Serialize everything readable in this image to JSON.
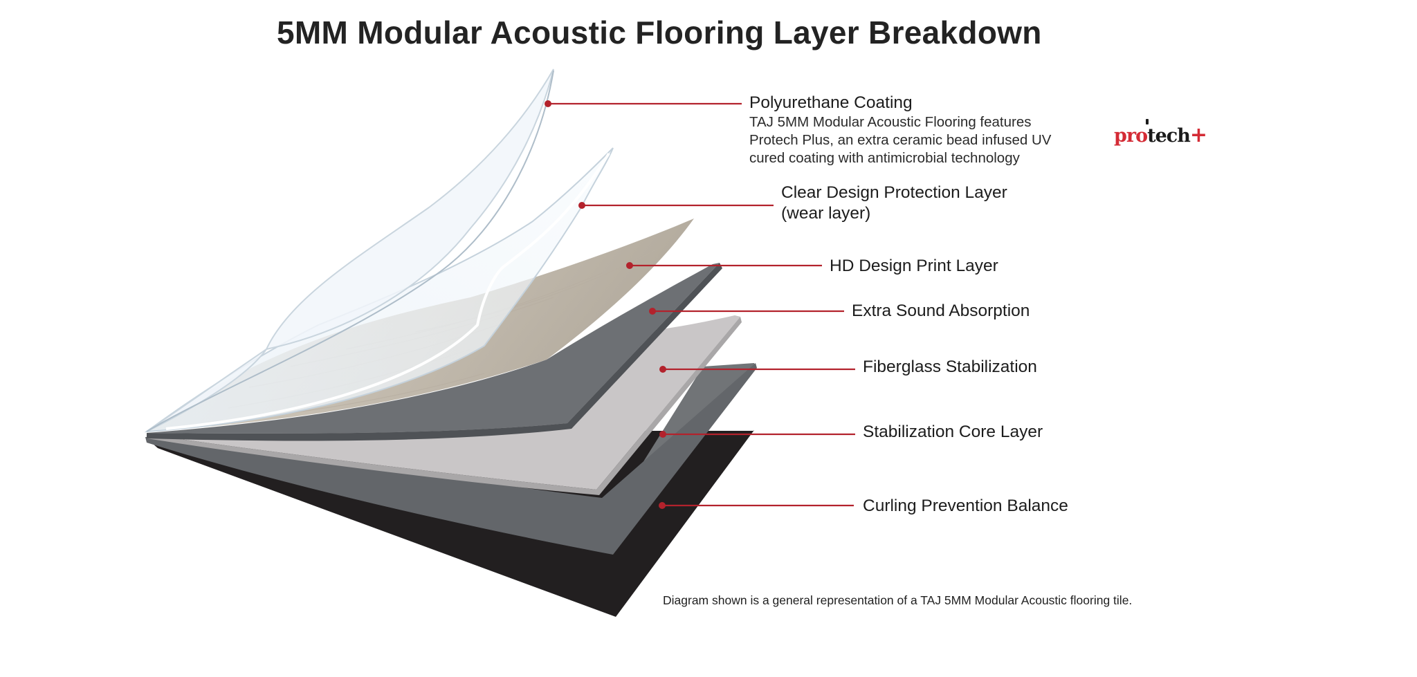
{
  "title": "5MM Modular Acoustic Flooring Layer Breakdown",
  "accent_color": "#b3222c",
  "layers": [
    {
      "id": "polyurethane",
      "label": "Polyurethane Coating",
      "description": [
        "TAJ 5MM Modular Acoustic Flooring features",
        "Protech Plus, an extra ceramic bead infused UV",
        "cured coating with antimicrobial technology"
      ],
      "color": "#eef5fa"
    },
    {
      "id": "wear",
      "label_lines": [
        "Clear Design Protection Layer",
        "(wear layer)"
      ],
      "color": "#f2f7fb"
    },
    {
      "id": "print",
      "label": "HD Design Print Layer",
      "color": "#c9c2b6"
    },
    {
      "id": "sound",
      "label": "Extra Sound Absorption",
      "color": "#6d7074"
    },
    {
      "id": "fiberglass",
      "label": "Fiberglass Stabilization",
      "color": "#cac7c8"
    },
    {
      "id": "core",
      "label": "Stabilization Core Layer",
      "color": "#707376"
    },
    {
      "id": "curling",
      "label": "Curling Prevention Balance",
      "color": "#221f20"
    }
  ],
  "logo": {
    "pro": "pro",
    "tech": "tech",
    "plus": "+"
  },
  "footnote": "Diagram shown is a general representation of a TAJ 5MM Modular Acoustic flooring tile."
}
